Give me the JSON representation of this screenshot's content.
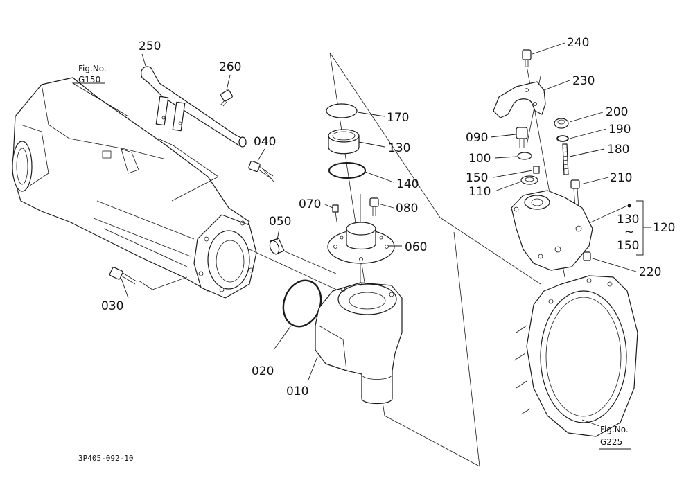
{
  "drawing_code": "3P405-092-10",
  "figure_refs": [
    {
      "id": "fig-g150",
      "title": "Fig.No.",
      "number": "G150"
    },
    {
      "id": "fig-g225",
      "title": "Fig.No.",
      "number": "G225"
    }
  ],
  "part_labels": [
    {
      "id": "250",
      "text": "250"
    },
    {
      "id": "260",
      "text": "260"
    },
    {
      "id": "040",
      "text": "040"
    },
    {
      "id": "050",
      "text": "050"
    },
    {
      "id": "030",
      "text": "030"
    },
    {
      "id": "020",
      "text": "020"
    },
    {
      "id": "010",
      "text": "010"
    },
    {
      "id": "170",
      "text": "170"
    },
    {
      "id": "130a",
      "text": "130"
    },
    {
      "id": "140",
      "text": "140"
    },
    {
      "id": "070",
      "text": "070"
    },
    {
      "id": "080",
      "text": "080"
    },
    {
      "id": "060",
      "text": "060"
    },
    {
      "id": "240",
      "text": "240"
    },
    {
      "id": "230",
      "text": "230"
    },
    {
      "id": "200",
      "text": "200"
    },
    {
      "id": "090",
      "text": "090"
    },
    {
      "id": "190",
      "text": "190"
    },
    {
      "id": "100",
      "text": "100"
    },
    {
      "id": "180",
      "text": "180"
    },
    {
      "id": "150a",
      "text": "150"
    },
    {
      "id": "210",
      "text": "210"
    },
    {
      "id": "110",
      "text": "110"
    },
    {
      "id": "130b",
      "text": "130"
    },
    {
      "id": "150b",
      "text": "150"
    },
    {
      "id": "120",
      "text": "120"
    },
    {
      "id": "220",
      "text": "220"
    }
  ],
  "range_symbol": "~",
  "colors": {
    "line": "#1a1a1a",
    "background": "#ffffff"
  }
}
